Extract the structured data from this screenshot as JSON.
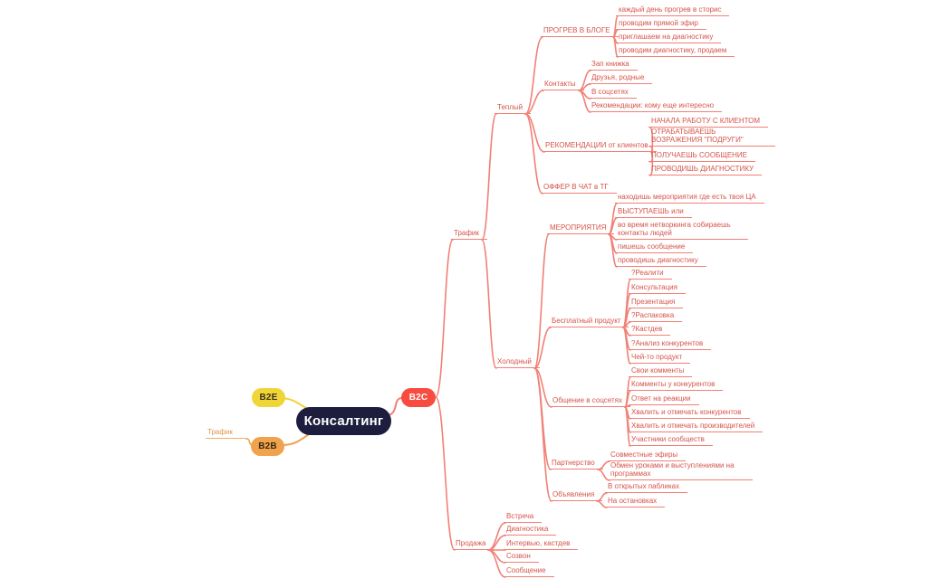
{
  "colors": {
    "branch_line": "#f18076",
    "branch_text": "#d5544b",
    "b2c_fill": "#f74c3f",
    "b2e_fill": "#f0d539",
    "b2b_fill": "#f0a24c",
    "center_fill": "#1d1d3d",
    "left_label_text": "#e0954f"
  },
  "mindmap": {
    "root": {
      "label": "Консалтинг"
    },
    "left": {
      "parent_label": {
        "label": "Трафик"
      },
      "nodes": [
        {
          "label": "B2E"
        },
        {
          "label": "B2B"
        }
      ]
    },
    "b2c": {
      "label": "B2C",
      "children": [
        {
          "label": "Трафик",
          "children": [
            {
              "label": "Теплый",
              "children": [
                {
                  "label": "ПРОГРЕВ В БЛОГЕ",
                  "children": [
                    {
                      "label": "каждый день прогрев в сторис"
                    },
                    {
                      "label": "проводим прямой эфир"
                    },
                    {
                      "label": "приглашаем на диагностику"
                    },
                    {
                      "label": "проводим диагностику, продаем"
                    }
                  ]
                },
                {
                  "label": "Контакты",
                  "children": [
                    {
                      "label": "Зап книжка"
                    },
                    {
                      "label": "Друзья, родные"
                    },
                    {
                      "label": "В соцсетях"
                    },
                    {
                      "label": "Рекомендации: кому еще интересно"
                    }
                  ]
                },
                {
                  "label": "РЕКОМЕНДАЦИИ от клиентов",
                  "children": [
                    {
                      "label": "НАЧАЛА РАБОТУ С КЛИЕНТОМ"
                    },
                    {
                      "label": "ОТРАБАТЫВАЕШЬ ВОЗРАЖЕНИЯ \"ПОДРУГИ\""
                    },
                    {
                      "label": "ПОЛУЧАЕШЬ СООБЩЕНИЕ"
                    },
                    {
                      "label": "ПРОВОДИШЬ ДИАГНОСТИКУ"
                    }
                  ]
                },
                {
                  "label": "ОФФЕР В ЧАТ в ТГ"
                }
              ]
            },
            {
              "label": "Холодный",
              "children": [
                {
                  "label": "МЕРОПРИЯТИЯ",
                  "children": [
                    {
                      "label": "находишь мероприятия где есть твоя ЦА"
                    },
                    {
                      "label": "ВЫСТУПАЕШЬ или"
                    },
                    {
                      "label": "во время нетворкинга собираешь контакты людей"
                    },
                    {
                      "label": "пишешь сообщение"
                    },
                    {
                      "label": "проводишь диагностику"
                    }
                  ]
                },
                {
                  "label": "Бесплатный продукт",
                  "children": [
                    {
                      "label": "?Реалити"
                    },
                    {
                      "label": "Консультация"
                    },
                    {
                      "label": "Презентация"
                    },
                    {
                      "label": "?Распаковка"
                    },
                    {
                      "label": "?Кастдев"
                    },
                    {
                      "label": "?Анализ конкурентов"
                    },
                    {
                      "label": "Чей-то продукт"
                    }
                  ]
                },
                {
                  "label": "Общение в соцсетях",
                  "children": [
                    {
                      "label": "Свои комменты"
                    },
                    {
                      "label": "Комменты у конкурентов"
                    },
                    {
                      "label": "Ответ на реакции"
                    },
                    {
                      "label": "Хвалить и отмечать конкурентов"
                    },
                    {
                      "label": "Хвалить и отмечать производителей"
                    },
                    {
                      "label": "Участники сообществ"
                    }
                  ]
                },
                {
                  "label": "Партнерство",
                  "children": [
                    {
                      "label": "Совместные эфиры"
                    },
                    {
                      "label": "Обмен уроками и выступлениями на программах"
                    }
                  ]
                },
                {
                  "label": "Объявления",
                  "children": [
                    {
                      "label": "В открытых пабликах"
                    },
                    {
                      "label": "На остановках"
                    }
                  ]
                }
              ]
            }
          ]
        },
        {
          "label": "Продажа",
          "children": [
            {
              "label": "Встреча"
            },
            {
              "label": "Диагностика"
            },
            {
              "label": "Интервью, кастдев"
            },
            {
              "label": "Созвон"
            },
            {
              "label": "Сообщение"
            }
          ]
        }
      ]
    }
  }
}
